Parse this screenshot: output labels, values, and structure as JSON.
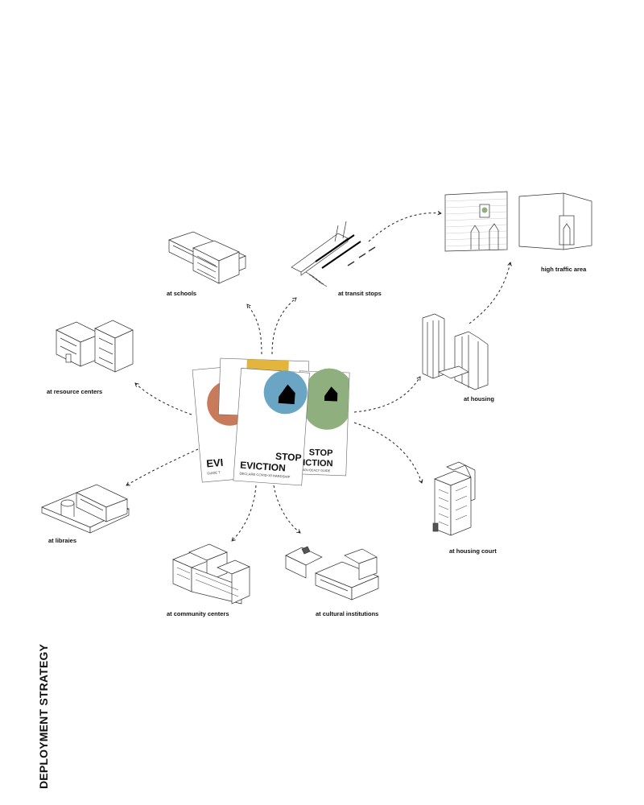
{
  "title": "DEPLOYMENT STRATEGY",
  "locations": {
    "schools": "at schools",
    "transit": "at transit stops",
    "high_traffic": "high traffic area",
    "resource": "at resource centers",
    "housing": "at housing",
    "libraries": "at libraies",
    "community": "at community centers",
    "cultural": "at cultural institutions",
    "housing_court": "at housing court"
  },
  "posters": {
    "left_title": "EVI",
    "left_sub": "GUIDE T",
    "center_title_1": "STOP",
    "center_title_2": "EVICTION",
    "center_sub": "DECLARE COVID-19 HARDSHIP",
    "right_title_1": "STOP",
    "right_title_2": "ICTION",
    "right_sub": "ADVOCACY GUIDE"
  },
  "colors": {
    "orange": "#c87b5a",
    "yellow": "#e3b53c",
    "blue": "#6aa6c4",
    "green": "#8fb07e",
    "ink": "#111111"
  }
}
